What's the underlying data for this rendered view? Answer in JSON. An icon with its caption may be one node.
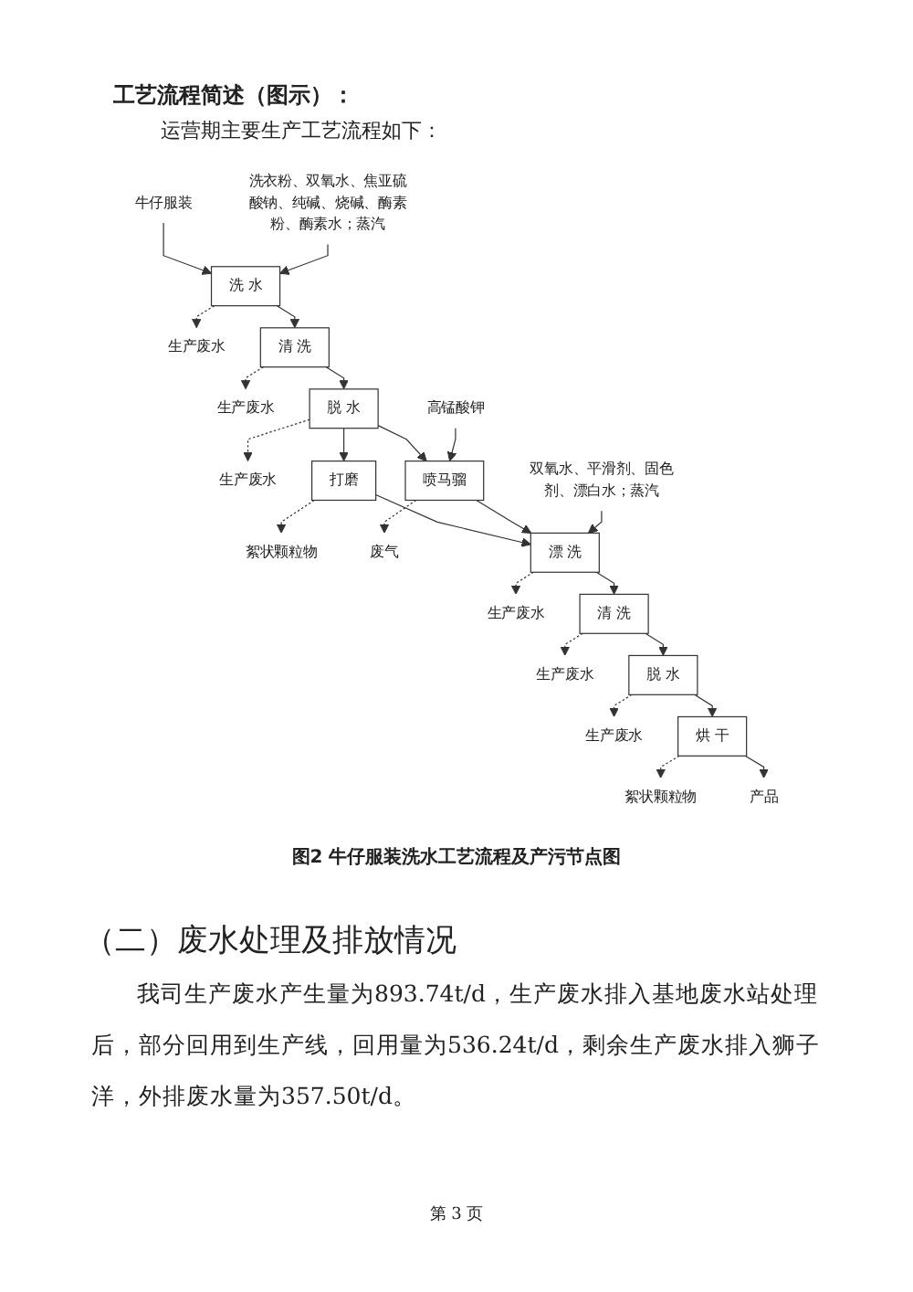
{
  "diagram": {
    "title": "工艺流程简述（图示）：",
    "caption": "图2 牛仔服装洗水工艺流程及产污节点图",
    "nodes": [
      {
        "text": [
          "牛仔服装"
        ]
      },
      {
        "text": [
          "洗衣粉、双氧水、焦亚硫酸钠、纯碱、烧碱、酶素粉、酶素水；蒸汽"
        ]
      },
      {
        "text": [
          "洗 水"
        ]
      },
      {
        "text": [
          "生产废水"
        ]
      },
      {
        "text": [
          "清 洗"
        ]
      },
      {
        "text": [
          "生产废水"
        ]
      },
      {
        "text": [
          "脱 水"
        ]
      },
      {
        "text": [
          "生产废水"
        ]
      },
      {
        "text": [
          "高锰酸钾"
        ]
      },
      {
        "text": [
          "絮状颗粒物"
        ]
      },
      {
        "text": [
          "打磨"
        ]
      },
      {
        "text": [
          "喷马骝"
        ]
      },
      {
        "text": [
          "废气"
        ]
      },
      {
        "text": [
          "双氧水、平滑剂、固色剂、漂白水；蒸汽"
        ]
      },
      {
        "text": [
          "漂 洗"
        ]
      },
      {
        "text": [
          "生产废水"
        ]
      },
      {
        "text": [
          "清 洗"
        ]
      },
      {
        "text": [
          "生产废水"
        ]
      },
      {
        "text": [
          "脱 水"
        ]
      },
      {
        "text": [
          "生产废水"
        ]
      },
      {
        "text": [
          "烘 干"
        ]
      },
      {
        "text": [
          "絮状颗粒物"
        ]
      },
      {
        "text": [
          "产品"
        ]
      }
    ],
    "edges": [
      {
        "from": 0,
        "to": 2,
        "arrow": "to"
      },
      {
        "from": 1,
        "to": 2,
        "arrow": "to"
      },
      {
        "from": 2,
        "to": 3,
        "arrow": "to",
        "style": "dashed"
      },
      {
        "from": 2,
        "to": 4,
        "arrow": "to"
      },
      {
        "from": 4,
        "to": 5,
        "arrow": "to",
        "style": "dashed"
      },
      {
        "from": 4,
        "to": 6,
        "arrow": "to"
      },
      {
        "from": 6,
        "to": 7,
        "arrow": "to",
        "style": "dashed"
      },
      {
        "from": 6,
        "to": 10,
        "arrow": "to"
      },
      {
        "from": 6,
        "to": 11,
        "arrow": "to"
      },
      {
        "from": 8,
        "to": 11,
        "arrow": "to"
      },
      {
        "from": 10,
        "to": 9,
        "arrow": "to",
        "style": "dashed"
      },
      {
        "from": 11,
        "to": 12,
        "arrow": "to",
        "style": "dashed"
      },
      {
        "from": 10,
        "to": 14,
        "arrow": "to"
      },
      {
        "from": 11,
        "to": 14,
        "arrow": "to"
      },
      {
        "from": 13,
        "to": 14,
        "arrow": "to"
      },
      {
        "from": 14,
        "to": 15,
        "arrow": "to",
        "style": "dashed"
      },
      {
        "from": 14,
        "to": 16,
        "arrow": "to"
      },
      {
        "from": 16,
        "to": 17,
        "arrow": "to",
        "style": "dashed"
      },
      {
        "from": 16,
        "to": 18,
        "arrow": "to"
      },
      {
        "from": 18,
        "to": 19,
        "arrow": "to",
        "style": "dashed"
      },
      {
        "from": 18,
        "to": 20,
        "arrow": "to"
      },
      {
        "from": 20,
        "to": 21,
        "arrow": "to",
        "style": "dashed"
      },
      {
        "from": 20,
        "to": 22,
        "arrow": "to"
      }
    ],
    "labels": [
      "运营期主要生产工艺流程如下：",
      "（二）废水处理及排放情况",
      "我司生产废水产生量为893.74t/d，生产废水排入基地废水站处理后，部分回用到生产线，回用量为536.24t/d，剩余生产废水排入狮子洋，外排废水量为357.50t/d。",
      "第 3 页"
    ]
  }
}
